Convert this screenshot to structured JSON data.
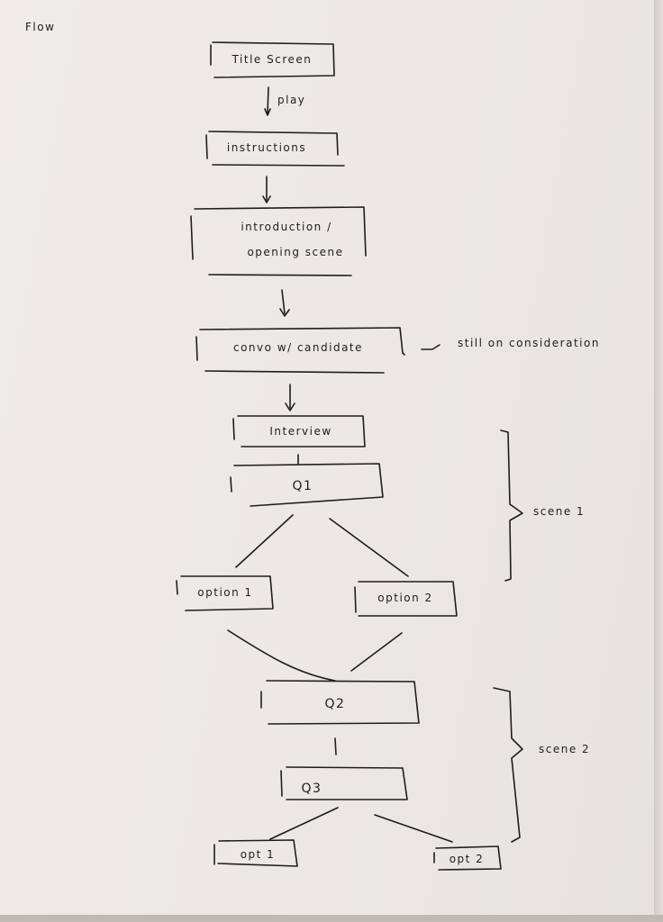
{
  "title": "Flow",
  "nodes": {
    "title_screen": "Title Screen",
    "instructions": "instructions",
    "intro_line1": "introduction /",
    "intro_line2": "opening scene",
    "convo": "convo w/ candidate",
    "interview": "Interview",
    "q1": "Q1",
    "option1": "option 1",
    "option2": "option 2",
    "q2": "Q2",
    "q3": "Q3",
    "opt1": "opt 1",
    "opt2": "opt 2"
  },
  "edges": {
    "play": "play"
  },
  "annotations": {
    "convo_note": "still on consideration",
    "scene1": "scene 1",
    "scene2": "scene 2"
  }
}
